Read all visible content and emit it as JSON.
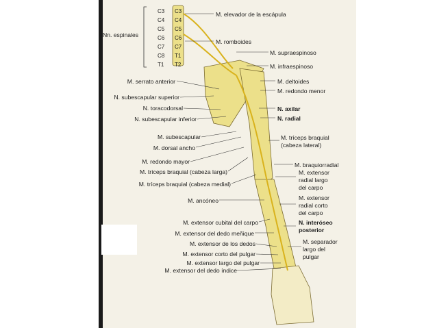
{
  "spinal": {
    "group_label": "Nn. espinales",
    "levels_left": [
      "C3",
      "C4",
      "C5",
      "C6",
      "C7",
      "C8",
      "T1"
    ],
    "vertebrae": [
      "C3",
      "C4",
      "C5",
      "C6",
      "C7",
      "T1",
      "T2"
    ]
  },
  "labels_right": [
    "M. elevador de la escápula",
    "M. romboides",
    "M. supraespinoso",
    "M. infraespinoso",
    "M. deltoides",
    "M. redondo menor",
    "N. axilar",
    "N. radial",
    "M. tríceps braquial",
    "(cabeza lateral)",
    "M. braquiorradial",
    "M. extensor",
    "radial largo",
    "del carpo",
    "M. extensor",
    "radial corto",
    "del carpo",
    "N. interóseo",
    "posterior",
    "M. separador",
    "largo del",
    "pulgar"
  ],
  "labels_left": [
    "M. serrato anterior",
    "N. subescapular superior",
    "N. toracodorsal",
    "N. subescapular inferior",
    "M. subescapular",
    "M. dorsal ancho",
    "M. redondo mayor",
    "M. tríceps braquial (cabeza larga)",
    "M. tríceps braquial (cabeza medial)",
    "M. ancóneo",
    "M. extensor cubital del carpo",
    "M. extensor del dedo meñique",
    "M. extensor de los dedos",
    "M. extensor corto del pulgar",
    "M. extensor largo del pulgar",
    "M. extensor del dedo índice"
  ],
  "colors": {
    "muscle": "#ece08a",
    "nerve": "#d9b21c",
    "bone": "#f3ecc6",
    "outline": "#7a6a30"
  }
}
